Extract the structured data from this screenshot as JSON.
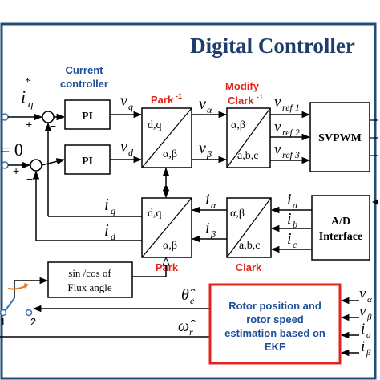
{
  "title": "Digital Controller",
  "colors": {
    "frame": "#1f4e79",
    "title": "#1f3d6b",
    "red_label": "#e0251b",
    "blue_label": "#1f4e9a",
    "ekf_box": "#e0251b",
    "switch": "#e87722",
    "switch_blue": "#3a6fb0",
    "line": "#000000"
  },
  "labels": {
    "current_controller_line1": "Current",
    "current_controller_line2": "controller",
    "park_inv": "Park",
    "park_inv_sup": "-1",
    "modify": "Modify",
    "clark_inv": "Clark",
    "clark_inv_sup": "-1",
    "park": "Park",
    "clark": "Clark"
  },
  "blocks": {
    "pi_top": "PI",
    "pi_bottom": "PI",
    "svpwm": "SVPWM",
    "ad_line1": "A/D",
    "ad_line2": "Interface",
    "sincos_line1": "sin /cos of",
    "sincos_line2": "Flux angle",
    "park_inv_in": "d,q",
    "park_inv_out": "α,β",
    "clark_inv_in": "α,β",
    "clark_inv_out": "a,b,c",
    "park_out": "d,q",
    "park_in": "α,β",
    "clark_out": "α,β",
    "clark_in": "a,b,c",
    "ekf_line1": "Rotor position and",
    "ekf_line2": "rotor speed",
    "ekf_line3": "estimation based on",
    "ekf_line4": "EKF"
  },
  "signals": {
    "iq_ref": "i",
    "iq_ref_sub": "q",
    "iq_ref_sup": "*",
    "id_ref": "= 0",
    "vq": "v",
    "vq_sub": "q",
    "vd": "v",
    "vd_sub": "d",
    "valpha": "v",
    "valpha_sub": "α",
    "vbeta": "v",
    "vbeta_sub": "β",
    "vref1": "v",
    "vref1_sub": "ref 1",
    "vref2": "v",
    "vref2_sub": "ref 2",
    "vref3": "v",
    "vref3_sub": "ref 3",
    "iq": "i",
    "iq_sub": "q",
    "id": "i",
    "id_sub": "d",
    "ialpha": "i",
    "ialpha_sub": "α",
    "ibeta": "i",
    "ibeta_sub": "β",
    "ia": "i",
    "ia_sub": "a",
    "ib": "i",
    "ib_sub": "b",
    "ic": "i",
    "ic_sub": "c",
    "theta": "θ̂",
    "theta_sub": "e",
    "omega": "ω̂",
    "omega_sub": "r",
    "ekf_valpha": "v",
    "ekf_valpha_sub": "α",
    "ekf_vbeta": "v",
    "ekf_vbeta_sub": "β",
    "ekf_ialpha": "i",
    "ekf_ialpha_sub": "α",
    "ekf_ibeta": "i",
    "ekf_ibeta_sub": "β",
    "plus1": "+",
    "minus1": "−",
    "plus2": "+",
    "minus2": "−",
    "switch1": "1",
    "switch2": "2"
  }
}
